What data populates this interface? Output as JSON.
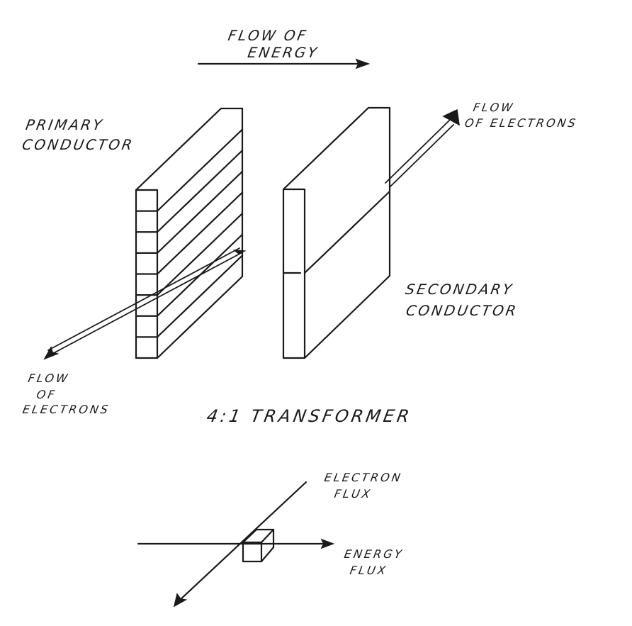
{
  "labels": {
    "flow_of_energy_line1": "FLOW OF",
    "flow_of_energy_line2": "ENERGY",
    "primary_line1": "PRIMARY",
    "primary_line2": "CONDUCTOR",
    "secondary_line1": "SECONDARY",
    "secondary_line2": "CONDUCTOR",
    "flow_electrons_right_line1": "FLOW",
    "flow_electrons_right_line2": "OF ELECTRONS",
    "flow_electrons_left_line1": "FLOW",
    "flow_electrons_left_line2": "OF",
    "flow_electrons_left_line3": "ELECTRONS",
    "caption": "4:1 TRANSFORMER",
    "electron_flux_line1": "ELECTRON",
    "electron_flux_line2": "FLUX",
    "energy_flux_line1": "ENERGY",
    "energy_flux_line2": "FLUX"
  },
  "colors": {
    "ink": "#1a1a1a",
    "paper": "#ffffff"
  }
}
